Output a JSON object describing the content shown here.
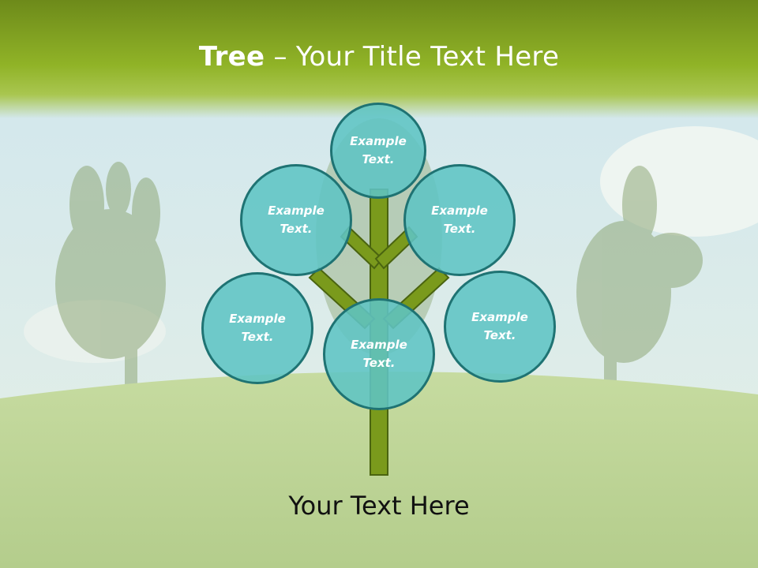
{
  "title": {
    "bold": "Tree",
    "rest": " – Your Title Text Here"
  },
  "nodes": [
    {
      "id": "top",
      "line1": "Example",
      "line2": "Text."
    },
    {
      "id": "upper-left",
      "line1": "Example",
      "line2": "Text."
    },
    {
      "id": "upper-right",
      "line1": "Example",
      "line2": "Text."
    },
    {
      "id": "lower-left",
      "line1": "Example",
      "line2": "Text."
    },
    {
      "id": "center",
      "line1": "Example",
      "line2": "Text."
    },
    {
      "id": "lower-right",
      "line1": "Example",
      "line2": "Text."
    }
  ],
  "footer": "Your Text Here",
  "colors": {
    "header_green": "#8fb22a",
    "node_fill": "#5fc4c4",
    "node_border": "#1f7373",
    "trunk_fill": "#7a9a1c",
    "trunk_border": "#4a6410"
  }
}
